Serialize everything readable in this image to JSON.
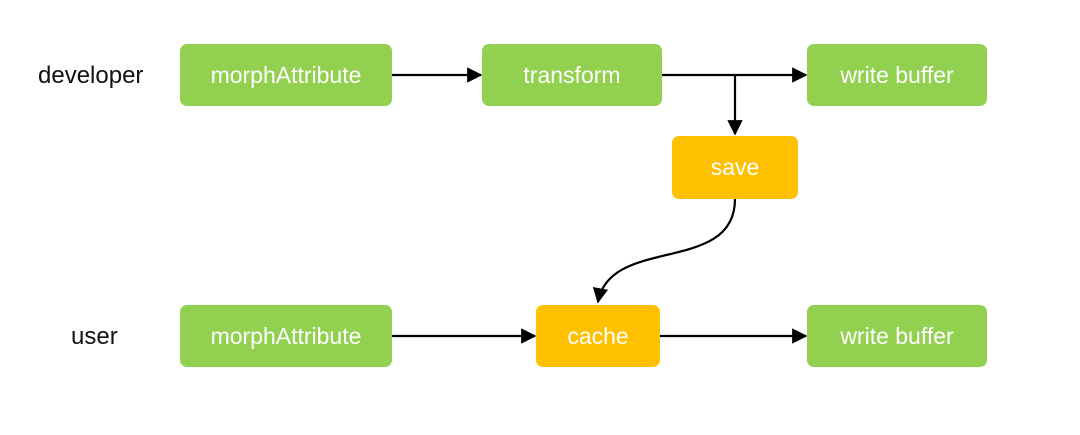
{
  "rows": {
    "developer": "developer",
    "user": "user"
  },
  "nodes": {
    "dev_morph": "morphAttribute",
    "dev_transform": "transform",
    "dev_write": "write buffer",
    "save": "save",
    "user_morph": "morphAttribute",
    "cache": "cache",
    "user_write": "write buffer"
  },
  "colors": {
    "green": "#92d050",
    "orange": "#ffc000",
    "line": "#000000"
  }
}
